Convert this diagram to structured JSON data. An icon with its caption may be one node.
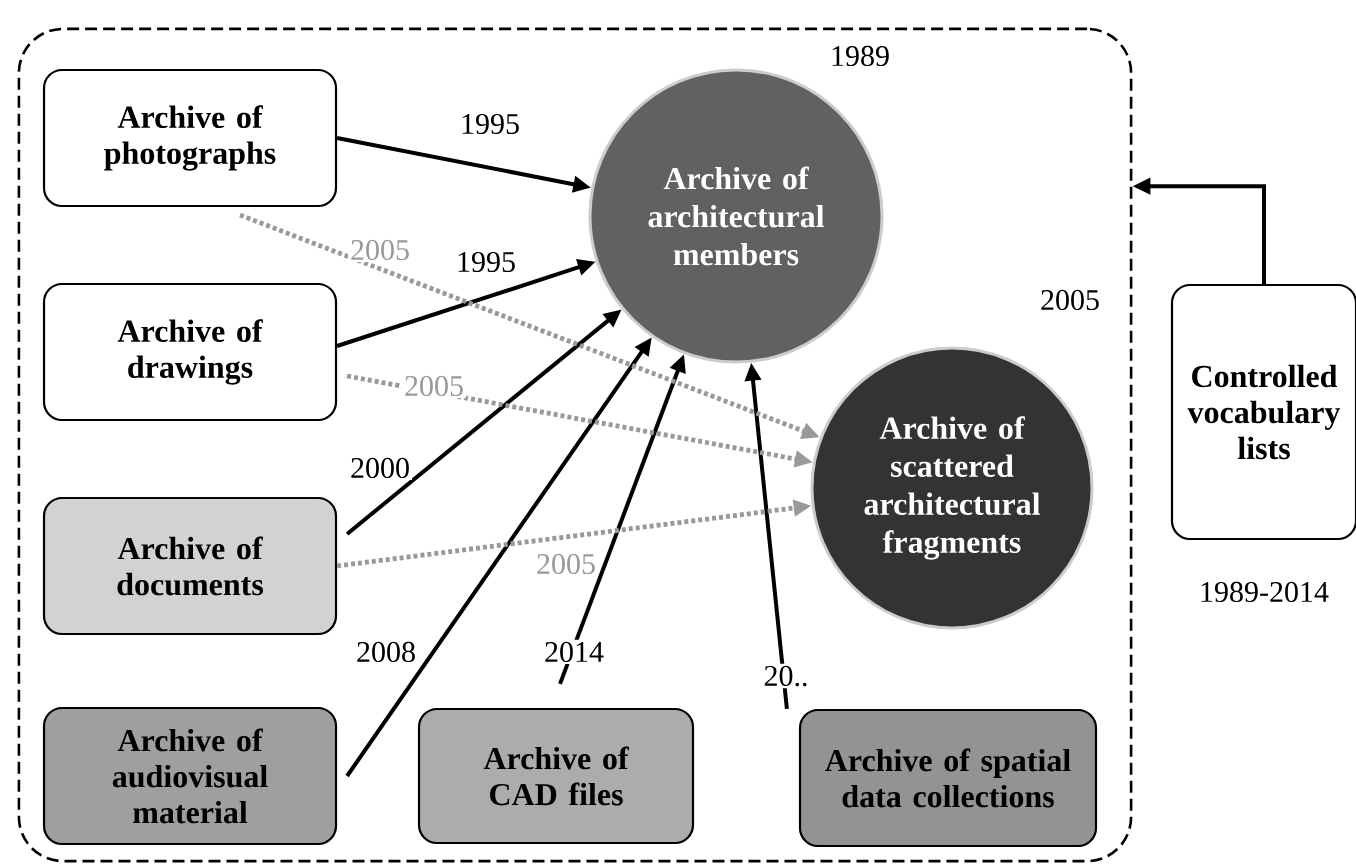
{
  "diagram": {
    "nodes": [
      {
        "text": [],
        "shape": "box"
      },
      {
        "text": [
          "Archive of photographs"
        ],
        "in": 0
      },
      {
        "text": [
          "Archive of drawings"
        ],
        "in": 0
      },
      {
        "text": [
          "Archive of documents"
        ],
        "in": 0
      },
      {
        "text": [
          "Archive of audiovisual material"
        ],
        "in": 0
      },
      {
        "text": [
          "Archive of CAD files"
        ],
        "in": 0
      },
      {
        "text": [
          "Archive of spatial data collections"
        ],
        "in": 0
      },
      {
        "text": [
          "Archive of architectural members"
        ],
        "in": 0,
        "beside": [
          "1989"
        ]
      },
      {
        "text": [
          "Archive of scattered architectural fragments"
        ],
        "in": 0,
        "beside": [
          "2005"
        ]
      },
      {
        "text": [
          "Controlled vocabulary lists"
        ],
        "beside": [
          "1989-2014"
        ]
      }
    ],
    "edges": [
      {
        "from": 1,
        "to": 7,
        "arrow": "to",
        "label": "1995"
      },
      {
        "from": 2,
        "to": 7,
        "arrow": "to",
        "label": "1995"
      },
      {
        "from": 3,
        "to": 7,
        "arrow": "to",
        "label": "2000"
      },
      {
        "from": 4,
        "to": 7,
        "arrow": "to",
        "label": "2008"
      },
      {
        "from": 5,
        "to": 7,
        "arrow": "to",
        "label": "2014"
      },
      {
        "from": 6,
        "to": 7,
        "arrow": "to",
        "label": "20.."
      },
      {
        "from": 1,
        "to": 8,
        "arrow": "to",
        "label": "2005",
        "style": "dashed",
        "color": "#999999"
      },
      {
        "from": 2,
        "to": 8,
        "arrow": "to",
        "label": "2005",
        "style": "dashed",
        "color": "#999999"
      },
      {
        "from": 3,
        "to": 8,
        "arrow": "to",
        "label": "2005",
        "style": "dashed",
        "color": "#999999"
      },
      {
        "from": 9,
        "to": 0,
        "arrow": "to"
      }
    ]
  }
}
